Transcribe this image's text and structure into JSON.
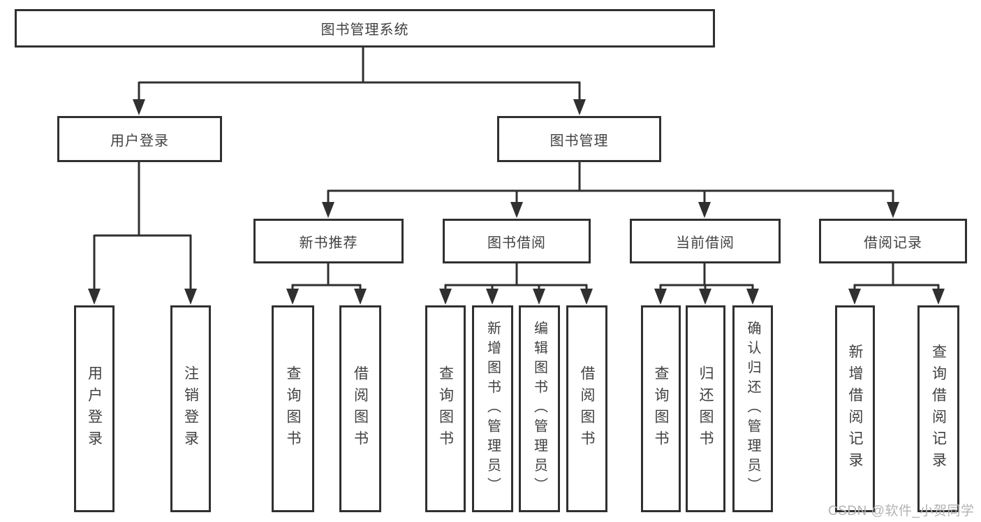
{
  "diagram": {
    "title": "图书管理系统",
    "user_login": {
      "label": "用户登录",
      "children": [
        "用户登录",
        "注销登录"
      ]
    },
    "book_mgmt": {
      "label": "图书管理",
      "sections": [
        {
          "label": "新书推荐",
          "children": [
            "查询图书",
            "借阅图书"
          ]
        },
        {
          "label": "图书借阅",
          "children": [
            "查询图书",
            "新增图书（管理员）",
            "编辑图书（管理员）",
            "借阅图书"
          ]
        },
        {
          "label": "当前借阅",
          "children": [
            "查询图书",
            "归还图书",
            "确认归还（管理员）"
          ]
        },
        {
          "label": "借阅记录",
          "children": [
            "新增借阅记录",
            "查询借阅记录"
          ]
        }
      ]
    },
    "watermark": "CSDN @软件_小贺同学",
    "colors": {
      "line": "#303030",
      "text": "#414141",
      "watermark": "#b3b3b3",
      "background": "#ffffff"
    }
  }
}
